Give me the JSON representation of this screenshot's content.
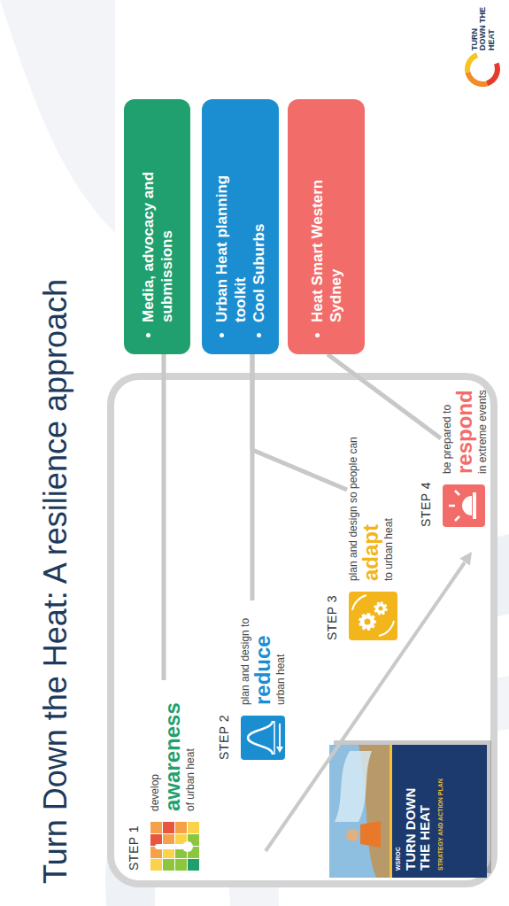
{
  "diagram": {
    "title": "Turn Down the Heat: A resilience approach",
    "nodes": [
      {
        "text": [
          "STEP 1",
          "develop",
          "awareness",
          "of urban heat"
        ]
      },
      {
        "text": [
          "STEP 2",
          "plan and design to",
          "reduce",
          "urban heat"
        ]
      },
      {
        "text": [
          "STEP 3",
          "plan and design so people can",
          "adapt",
          "to urban heat"
        ]
      },
      {
        "text": [
          "STEP 4",
          "be prepared to",
          "respond",
          "in extreme events"
        ]
      },
      {
        "text": [
          "Media, advocacy and submissions"
        ]
      },
      {
        "text": [
          "Urban Heat planning toolkit",
          "Cool Suburbs"
        ]
      },
      {
        "text": [
          "Heat Smart Western Sydney"
        ]
      }
    ],
    "edges": [
      {
        "from": 4,
        "to": 0,
        "arrow": "none"
      },
      {
        "from": 5,
        "to": 1,
        "arrow": "none"
      },
      {
        "from": 5,
        "to": 2,
        "arrow": "none"
      },
      {
        "from": 6,
        "to": 3,
        "arrow": "none"
      }
    ],
    "labels": [
      "WSROC",
      "TURN DOWN THE HEAT",
      "STRATEGY AND ACTION PLAN",
      "TURN DOWN THE HEAT"
    ]
  }
}
